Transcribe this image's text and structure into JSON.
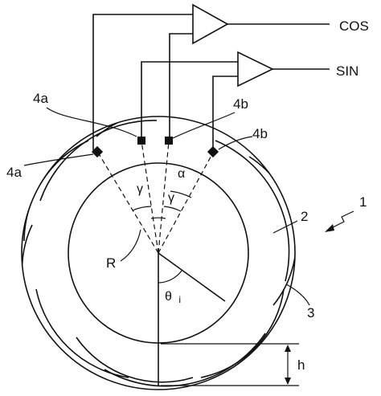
{
  "outputs": {
    "cos": "COS",
    "sin": "SIN"
  },
  "labels": {
    "sensor_4a_top": "4a",
    "sensor_4a_left": "4a",
    "sensor_4b_top": "4b",
    "sensor_4b_right": "4b",
    "part_1": "1",
    "part_2": "2",
    "part_3": "3",
    "radius": "R",
    "angle_gamma_left": "γ",
    "angle_gamma_right": "γ",
    "angle_alpha": "α",
    "angle_theta": "θ",
    "angle_theta_sub": "i",
    "height": "h"
  }
}
